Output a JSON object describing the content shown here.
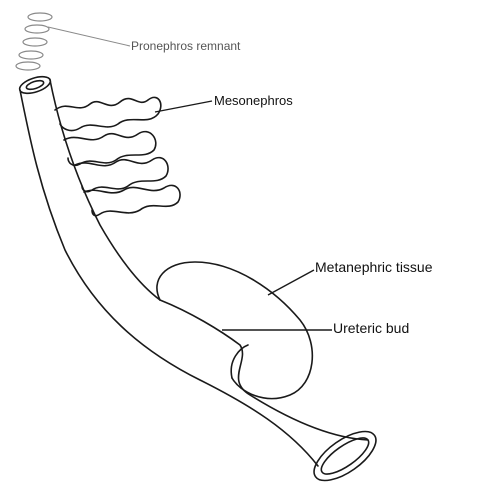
{
  "labels": {
    "pronephros": "Pronephros remnant",
    "mesonephros": "Mesonephros",
    "metanephric": "Metanephric tissue",
    "ureteric": "Ureteric bud"
  }
}
